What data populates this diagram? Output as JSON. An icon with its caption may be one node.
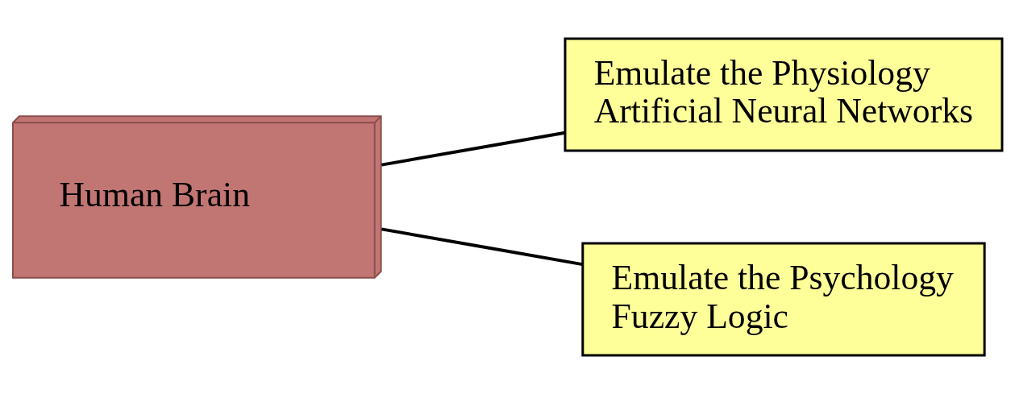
{
  "diagram": {
    "nodes": [
      {
        "text": [
          "Human Brain"
        ]
      },
      {
        "text": [
          "Emulate the Physiology",
          "Artificial Neural Networks"
        ]
      },
      {
        "text": [
          "Emulate the Psychology",
          "Fuzzy Logic"
        ]
      }
    ],
    "edges": [
      {
        "from": 0,
        "to": 1,
        "arrow": "none"
      },
      {
        "from": 0,
        "to": 2,
        "arrow": "none"
      }
    ]
  }
}
